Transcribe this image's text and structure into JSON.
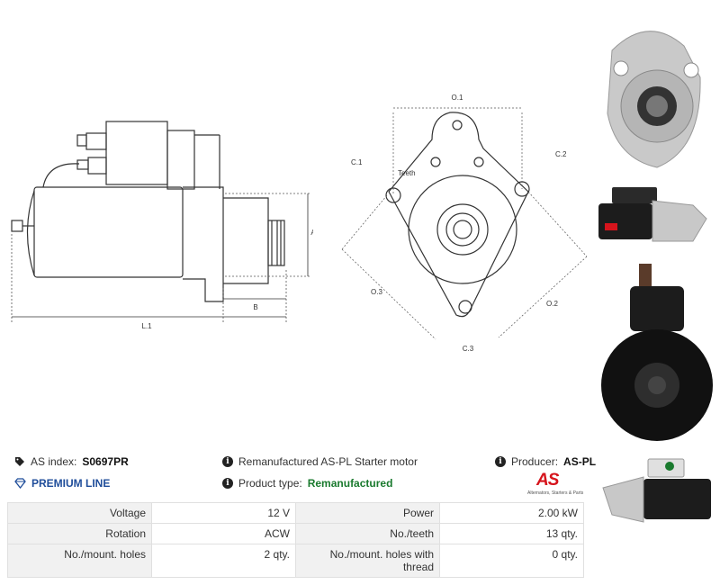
{
  "drawing_side": {
    "labels": {
      "a": "A",
      "b": "B",
      "l1": "L.1"
    }
  },
  "drawing_front": {
    "labels": {
      "o1": "O.1",
      "o2": "O.2",
      "o3": "O.3",
      "c1": "C.1",
      "c2": "C.2",
      "c3": "C.3",
      "teeth": "Teeth"
    }
  },
  "info": {
    "as_index_label": "AS index:",
    "as_index_value": "S0697PR",
    "description": "Remanufactured AS-PL Starter motor",
    "producer_label": "Producer:",
    "producer_value": "AS-PL",
    "premium_line": "PREMIUM LINE",
    "product_type_label": "Product type:",
    "product_type_value": "Remanufactured",
    "logo_text": "AS",
    "logo_tagline": "Alternators, Starters & Parts"
  },
  "specs": [
    {
      "label1": "Voltage",
      "value1": "12 V",
      "label2": "Power",
      "value2": "2.00 kW"
    },
    {
      "label1": "Rotation",
      "value1": "ACW",
      "label2": "No./teeth",
      "value2": "13 qty."
    },
    {
      "label1": "No./mount. holes",
      "value1": "2 qty.",
      "label2": "No./mount. holes with thread",
      "value2": "0 qty."
    }
  ],
  "colors": {
    "accent_blue": "#1f4d9a",
    "accent_green": "#1a7a2e",
    "brand_red": "#d6141c"
  },
  "icons": [
    "tag-icon",
    "info-icon",
    "diamond-icon"
  ]
}
